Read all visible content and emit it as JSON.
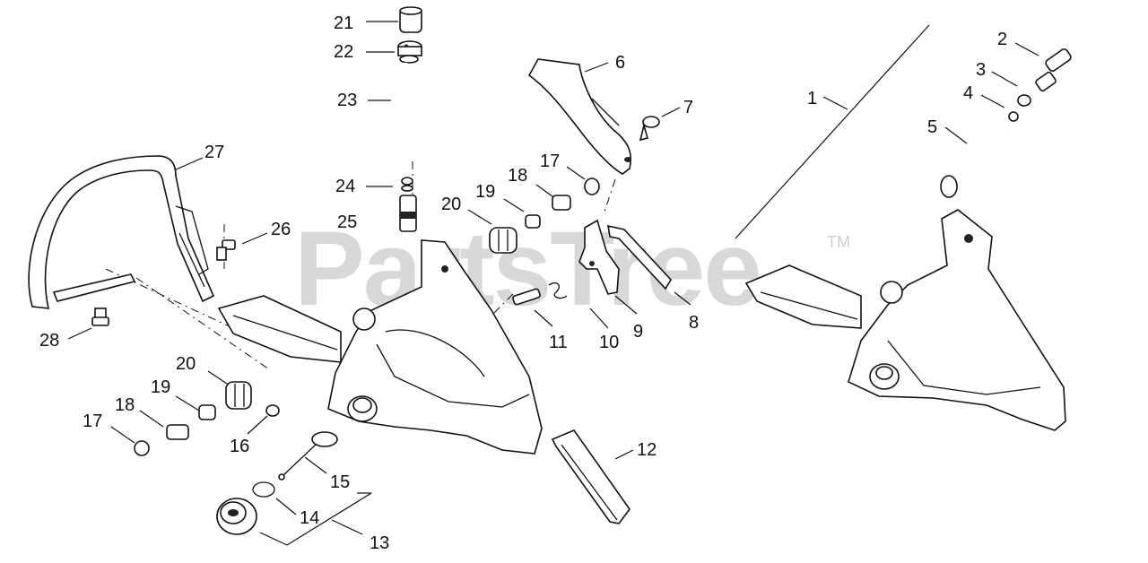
{
  "watermark": {
    "text": "PartsTree",
    "trademark": "TM"
  },
  "callouts": [
    {
      "id": "c1",
      "label": "1"
    },
    {
      "id": "c2",
      "label": "2"
    },
    {
      "id": "c3",
      "label": "3"
    },
    {
      "id": "c4",
      "label": "4"
    },
    {
      "id": "c5",
      "label": "5"
    },
    {
      "id": "c6",
      "label": "6"
    },
    {
      "id": "c7",
      "label": "7"
    },
    {
      "id": "c8",
      "label": "8"
    },
    {
      "id": "c9",
      "label": "9"
    },
    {
      "id": "c10",
      "label": "10"
    },
    {
      "id": "c11",
      "label": "11"
    },
    {
      "id": "c12",
      "label": "12"
    },
    {
      "id": "c13",
      "label": "13"
    },
    {
      "id": "c14",
      "label": "14"
    },
    {
      "id": "c15",
      "label": "15"
    },
    {
      "id": "c16",
      "label": "16"
    },
    {
      "id": "c17a",
      "label": "17"
    },
    {
      "id": "c17b",
      "label": "17"
    },
    {
      "id": "c18a",
      "label": "18"
    },
    {
      "id": "c18b",
      "label": "18"
    },
    {
      "id": "c19a",
      "label": "19"
    },
    {
      "id": "c19b",
      "label": "19"
    },
    {
      "id": "c20a",
      "label": "20"
    },
    {
      "id": "c20b",
      "label": "20"
    },
    {
      "id": "c21",
      "label": "21"
    },
    {
      "id": "c22",
      "label": "22"
    },
    {
      "id": "c23",
      "label": "23"
    },
    {
      "id": "c24",
      "label": "24"
    },
    {
      "id": "c25",
      "label": "25"
    },
    {
      "id": "c26",
      "label": "26"
    },
    {
      "id": "c27",
      "label": "27"
    },
    {
      "id": "c28",
      "label": "28"
    }
  ]
}
